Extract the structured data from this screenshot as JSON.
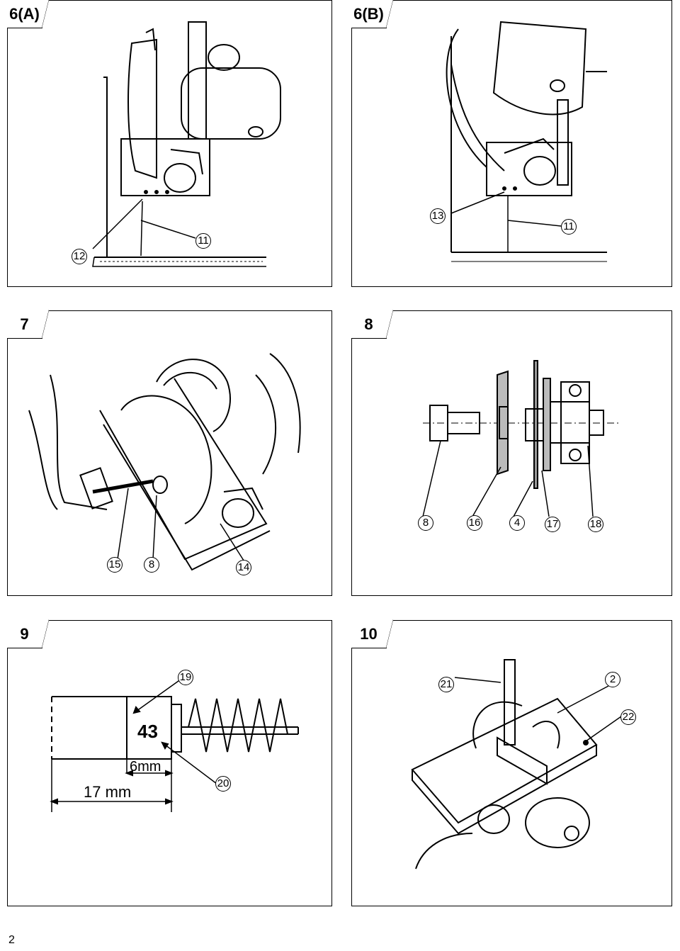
{
  "page_number": "2",
  "figures": [
    {
      "id": "fig-6a",
      "label": "6(A)",
      "callouts": [
        "12",
        "11"
      ]
    },
    {
      "id": "fig-6b",
      "label": "6(B)",
      "callouts": [
        "13",
        "11"
      ]
    },
    {
      "id": "fig-7",
      "label": "7",
      "callouts": [
        "15",
        "8",
        "14"
      ]
    },
    {
      "id": "fig-8",
      "label": "8",
      "callouts": [
        "8",
        "16",
        "4",
        "17",
        "18"
      ]
    },
    {
      "id": "fig-9",
      "label": "9",
      "callouts": [
        "19",
        "20"
      ],
      "brush_number": "43",
      "dim_small": "6mm",
      "dim_large": "17 mm"
    },
    {
      "id": "fig-10",
      "label": "10",
      "callouts": [
        "21",
        "2",
        "22"
      ]
    }
  ],
  "colors": {
    "line": "#000000",
    "background": "#ffffff"
  }
}
